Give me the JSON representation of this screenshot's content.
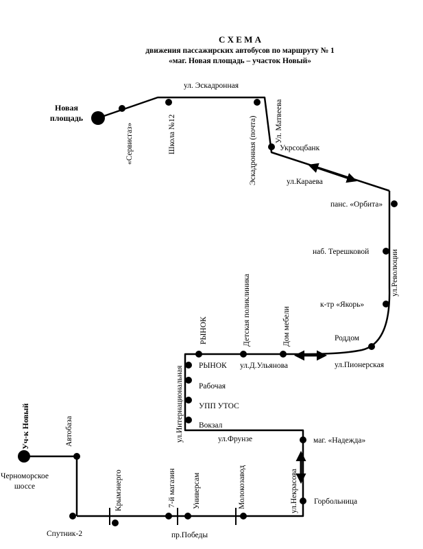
{
  "header": {
    "title": "С Х Е М А",
    "line1": "движения пассажирских автобусов по маршруту  № 1",
    "line2": "«маг. Новая площадь – участок Новый»"
  },
  "terminals": {
    "start": [
      "Новая",
      "площадь"
    ],
    "end": "Уч-к Новый"
  },
  "streets": {
    "eskadronnaya": "ул. Эскадронная",
    "matveeva": "Ул. Матвеева",
    "karaeva": "ул.Караева",
    "revolyutsii": "ул.Революции",
    "pionerskaya": "ул.Пионерская",
    "ulyanova": "ул.Д.Ульянова",
    "internatsionalnaya": "ул.Интернациональная",
    "frunze": "ул.Фрунзе",
    "nekrasova": "ул.Некрасова",
    "pobedy": "пр.Победы",
    "chernomorskoe": [
      "Черноморское",
      "шоссе"
    ]
  },
  "stops": {
    "servisgaz": "«Сервисгаз»",
    "shkola12": "Школа №12",
    "eskadronnaya_pochta": "Эскадронная (почта)",
    "ukrsotsbank": "Укрсоцбанк",
    "orbita": "панс. «Орбита»",
    "tereshkovoy": "наб. Терешковой",
    "yakor": "к-тр «Якорь»",
    "roddom": "Роддом",
    "dom_mebeli": "Дом мебели",
    "detskaya_poliklinika": "Детская поликлиника",
    "rynok_top": "РЫНОК",
    "rynok": "РЫНОК",
    "rabochaya": "Рабочая",
    "upp_utos": "УПП УТОС",
    "vokzal": "Вокзал",
    "nadezhda": "маг. «Надежда»",
    "gorbolnitsa": "Горбольница",
    "molokozavod": "Молокозавод",
    "univermag": "Универсам",
    "magazin7": "7-й магазин",
    "krymenergo": "Крымэнерго",
    "sputnik2": "Спутник-2",
    "avtobaza": "Автобаза"
  }
}
